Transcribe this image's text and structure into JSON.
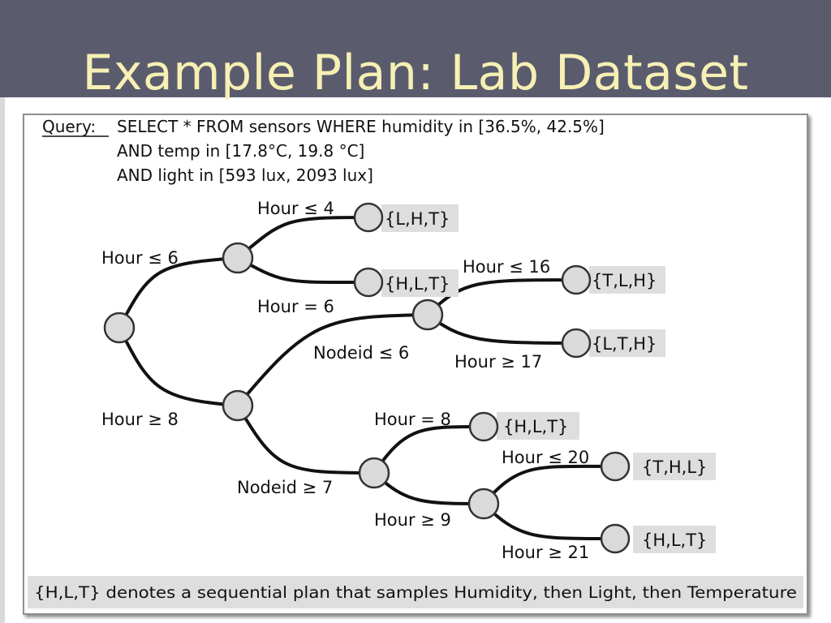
{
  "slide": {
    "title": "Example Plan: Lab Dataset"
  },
  "query": {
    "keyword": "Query:",
    "line1": "SELECT * FROM sensors WHERE humidity in [36.5%, 42.5%]",
    "line2": "AND temp in [17.8°C, 19.8 °C]",
    "line3": "AND light in [593 lux, 2093 lux]"
  },
  "tree": {
    "edge_labels": {
      "root_upper": "Hour ≤ 6",
      "root_lower": "Hour ≥ 8",
      "a_upper": "Hour ≤ 4",
      "a_lower": "Hour = 6",
      "b_upper": "Nodeid ≤ 6",
      "b_lower": "Nodeid ≥ 7",
      "c_upper": "Hour ≤ 16",
      "c_lower": "Hour ≥ 17",
      "d_upper": "Hour = 8",
      "d_lower": "Hour ≥ 9",
      "e_upper": "Hour ≤ 20",
      "e_lower": "Hour ≥ 21"
    },
    "leaf_plans": {
      "leaf1": "{L,H,T}",
      "leaf2": "{H,L,T}",
      "leaf3": "{T,L,H}",
      "leaf4": "{L,T,H}",
      "leaf5": "{H,L,T}",
      "leaf6": "{T,H,L}",
      "leaf7": "{H,L,T}"
    }
  },
  "footnote": "{H,L,T} denotes a sequential plan that samples Humidity, then Light, then Temperature"
}
